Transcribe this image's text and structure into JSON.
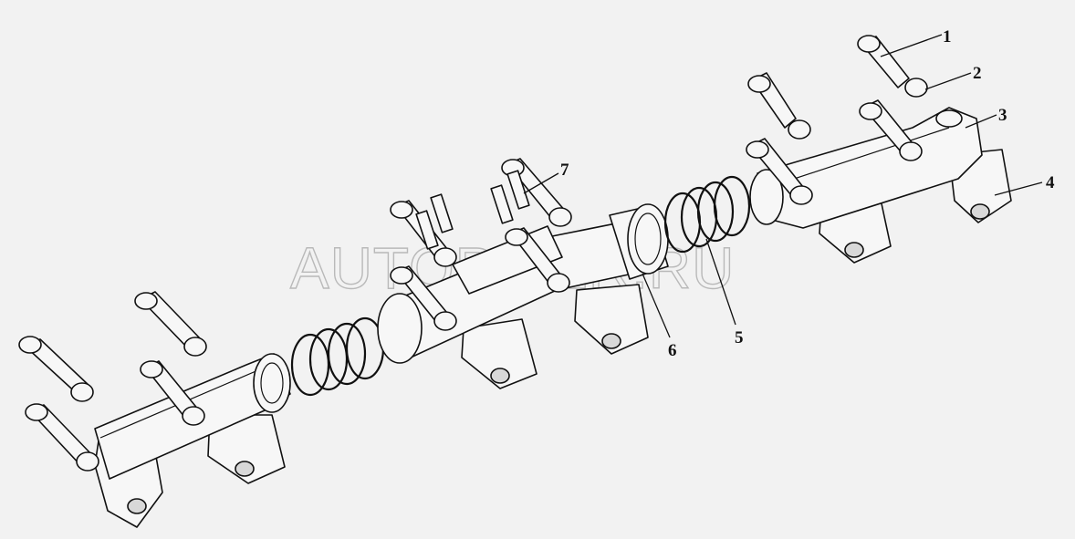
{
  "watermark": "AUTOPITER.RU",
  "callouts": [
    {
      "label": "1"
    },
    {
      "label": "2"
    },
    {
      "label": "3"
    },
    {
      "label": "4"
    },
    {
      "label": "5"
    },
    {
      "label": "6"
    },
    {
      "label": "7"
    }
  ]
}
